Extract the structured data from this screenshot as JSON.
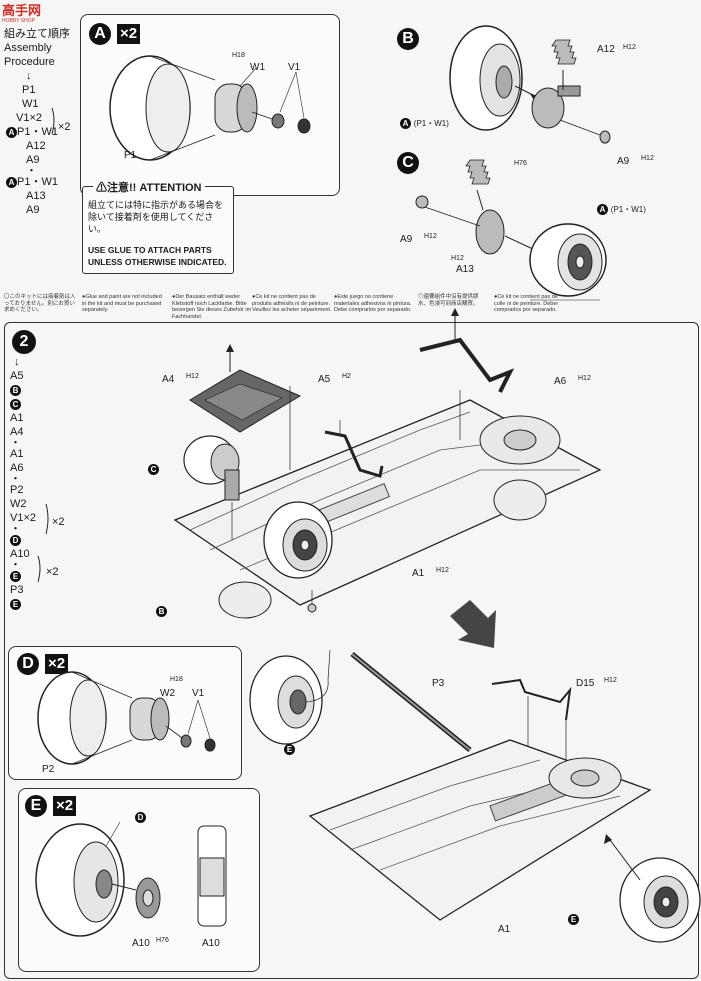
{
  "watermark": {
    "logo_text": "高手网",
    "sub": "HOBBY SHOP"
  },
  "step1": {
    "seq_title_ja": "組み立て順序",
    "seq_title_en1": "Assembly",
    "seq_title_en2": "Procedure",
    "seq": [
      "P1",
      "W1",
      "V1×2",
      "×2",
      "P1・W1",
      "A12",
      "A9",
      "P1・W1",
      "A13",
      "A9"
    ],
    "panelA": {
      "letter": "A",
      "mult": "×2",
      "labels": {
        "w1": "W1",
        "v1": "V1",
        "p1": "P1",
        "h18": "H18"
      }
    },
    "panelB": {
      "letter": "B",
      "labels": {
        "a12": "A12",
        "h12": "H12",
        "a9": "A9",
        "ref": "(P1・W1)",
        "refbadge": "A"
      }
    },
    "panelC": {
      "letter": "C",
      "labels": {
        "a9": "A9",
        "a13": "A13",
        "h76": "H76",
        "h12": "H12",
        "ref": "(P1・W1)",
        "refbadge": "A"
      }
    },
    "attention": {
      "title": "⚠注意!! ATTENTION",
      "ja": "組立てには特に指示がある場合を除いて接着剤を使用してください。",
      "en1": "USE GLUE TO ATTACH PARTS",
      "en2": "UNLESS OTHERWISE INDICATED."
    },
    "notes": [
      "〇このキットには接着剤は入っておりません。別にお買い求めください。",
      "●Glue and paint are not included in the kit and must be purchased separately.",
      "●Der Bausatz enthält weder Klebstoff noch Lackfarbe. Bitte besorgen Sie dieses Zubehör im Fachhandel.",
      "●Ce kit ne contient pas de produits adhésifs ni de peinture. Veuillez les acheter séparément.",
      "●Este juego no contiene materiales adhesivos ni pintura. Debe comprarlos por separado.",
      "◎還要組件中沒有提供膠水、色浸可到商店購買。",
      "●Ce kit ne contient pas de colle ni de peinture. Deber comprarlos por separado."
    ]
  },
  "step2": {
    "number": "2",
    "seq": [
      "A5",
      "B",
      "C",
      "A1",
      "A4",
      "A1",
      "A6",
      "P2",
      "W2",
      "V1×2",
      "×2",
      "D",
      "A10",
      "×2",
      "E",
      "P3",
      "E"
    ],
    "labels": {
      "a4": "A4",
      "h12a": "H12",
      "a5": "A5",
      "h2": "H2",
      "a6": "A6",
      "h12b": "H12",
      "a1": "A1",
      "h12c": "H12",
      "c": "C",
      "b": "B"
    },
    "panelD": {
      "letter": "D",
      "mult": "×2",
      "labels": {
        "w2": "W2",
        "v1": "V1",
        "p2": "P2",
        "h18": "H18"
      }
    },
    "panelE": {
      "letter": "E",
      "mult": "×2",
      "labels": {
        "d": "D",
        "a10a": "A10",
        "h76": "H76",
        "a10b": "A10"
      }
    },
    "lower": {
      "p3": "P3",
      "d15": "D15",
      "h12": "H12",
      "a1": "A1",
      "e1": "E",
      "e2": "E"
    }
  }
}
